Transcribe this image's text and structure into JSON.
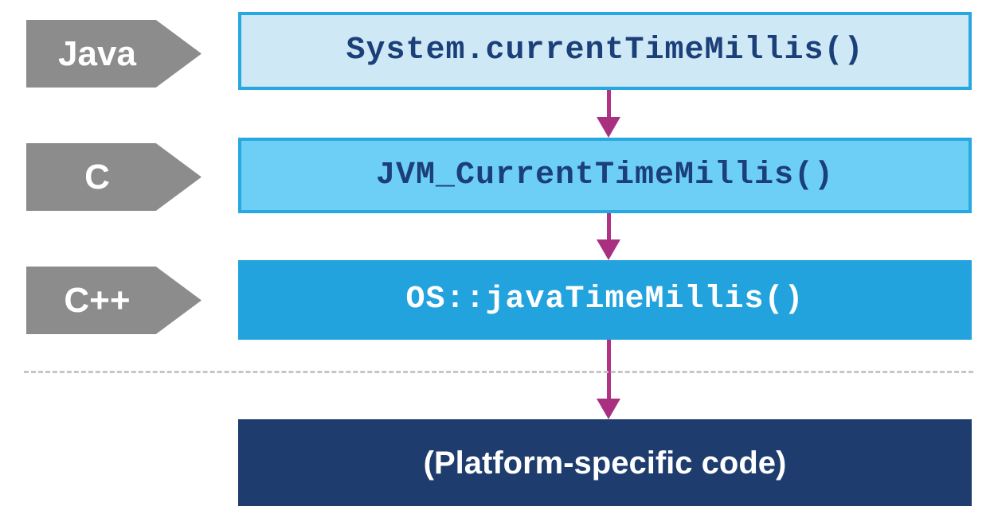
{
  "diagram": {
    "title": "Java currentTimeMillis call stack",
    "colors": {
      "chevron_gray": "#8c8c8c",
      "box_border_blue": "#27a8e0",
      "box_light_blue": "#cfe8f6",
      "box_mid_blue": "#6ecff6",
      "box_solid_blue": "#23a3dd",
      "box_navy": "#1e3c6e",
      "arrow_magenta": "#b03384",
      "divider_gray": "#c6c6c6",
      "text_navy": "#1b3f78",
      "text_white": "#ffffff"
    },
    "layers": [
      {
        "language": "Java",
        "call": "System.currentTimeMillis()"
      },
      {
        "language": "C",
        "call": "JVM_CurrentTimeMillis()"
      },
      {
        "language": "C++",
        "call": "OS::javaTimeMillis()"
      }
    ],
    "platform_box": {
      "label": "(Platform-specific code)"
    },
    "arrows": [
      {
        "name": "java-to-c",
        "direction": "down"
      },
      {
        "name": "c-to-cpp",
        "direction": "down"
      },
      {
        "name": "cpp-to-platform",
        "direction": "down"
      }
    ],
    "divider": {
      "style": "dashed",
      "meaning": "jvm-os-boundary"
    }
  }
}
